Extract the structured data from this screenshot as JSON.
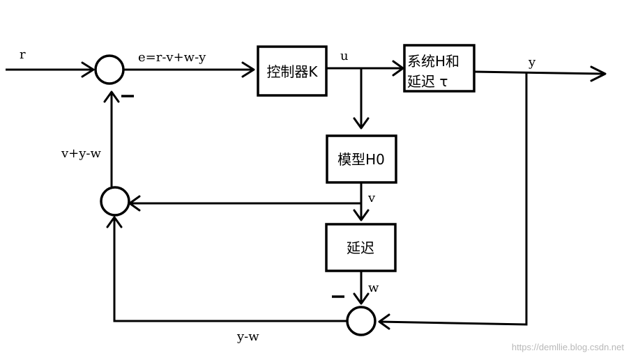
{
  "signals": {
    "r": "r",
    "e": "e=r-v+w-y",
    "u": "u",
    "y": "y",
    "v": "v",
    "w": "w",
    "v_plus_y_minus_w": "v+y-w",
    "y_minus_w": "y-w"
  },
  "blocks": {
    "controller": "控制器K",
    "system_line1": "系统H和",
    "system_line2": "延迟 τ",
    "model": "模型H0",
    "delay": "延迟"
  },
  "watermark": "https://demllie.blog.csdn.net"
}
